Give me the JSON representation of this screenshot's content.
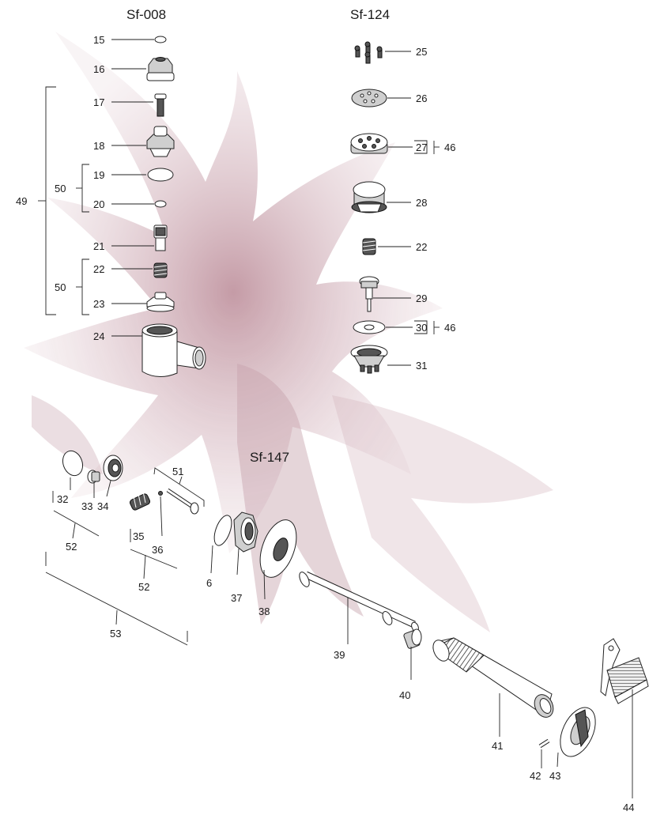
{
  "watermark_colors": {
    "main": "#8c2a42",
    "light": "#d9b3bd"
  },
  "titles": {
    "sf008": "Sf-008",
    "sf124": "Sf-124",
    "sf147": "Sf-147"
  },
  "labels": {
    "p15": "15",
    "p16": "16",
    "p17": "17",
    "p18": "18",
    "p19": "19",
    "p20": "20",
    "p21": "21",
    "p22a": "22",
    "p23": "23",
    "p24": "24",
    "p49": "49",
    "p50a": "50",
    "p50b": "50",
    "p25": "25",
    "p26": "26",
    "p27": "27",
    "p28": "28",
    "p22b": "22",
    "p29": "29",
    "p30": "30",
    "p31": "31",
    "p46a": "46",
    "p46b": "46",
    "p32": "32",
    "p33": "33",
    "p34": "34",
    "p35": "35",
    "p36": "36",
    "p51": "51",
    "p52a": "52",
    "p52b": "52",
    "p53": "53",
    "p6": "6",
    "p37": "37",
    "p38": "38",
    "p39": "39",
    "p40": "40",
    "p41": "41",
    "p42": "42",
    "p43": "43",
    "p44": "44"
  }
}
